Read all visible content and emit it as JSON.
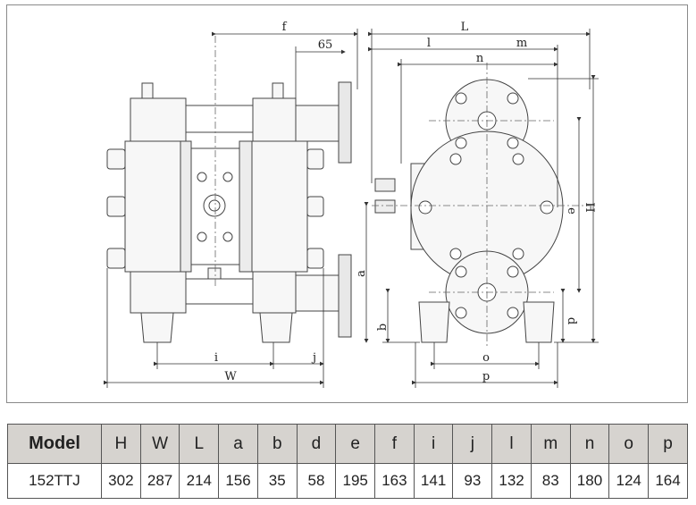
{
  "drawing": {
    "dimension_labels": {
      "f": "f",
      "d65": "65",
      "L": "L",
      "l": "l",
      "m": "m",
      "n": "n",
      "H": "H",
      "e": "e",
      "a": "a",
      "b": "b",
      "d": "d",
      "i": "i",
      "j": "j",
      "W": "W",
      "o": "o",
      "p": "p"
    }
  },
  "spec_table": {
    "headers": [
      "Model",
      "H",
      "W",
      "L",
      "a",
      "b",
      "d",
      "e",
      "f",
      "i",
      "j",
      "l",
      "m",
      "n",
      "o",
      "p"
    ],
    "rows": [
      [
        "152TTJ",
        "302",
        "287",
        "214",
        "156",
        "35",
        "58",
        "195",
        "163",
        "141",
        "93",
        "132",
        "83",
        "180",
        "124",
        "164"
      ]
    ]
  }
}
